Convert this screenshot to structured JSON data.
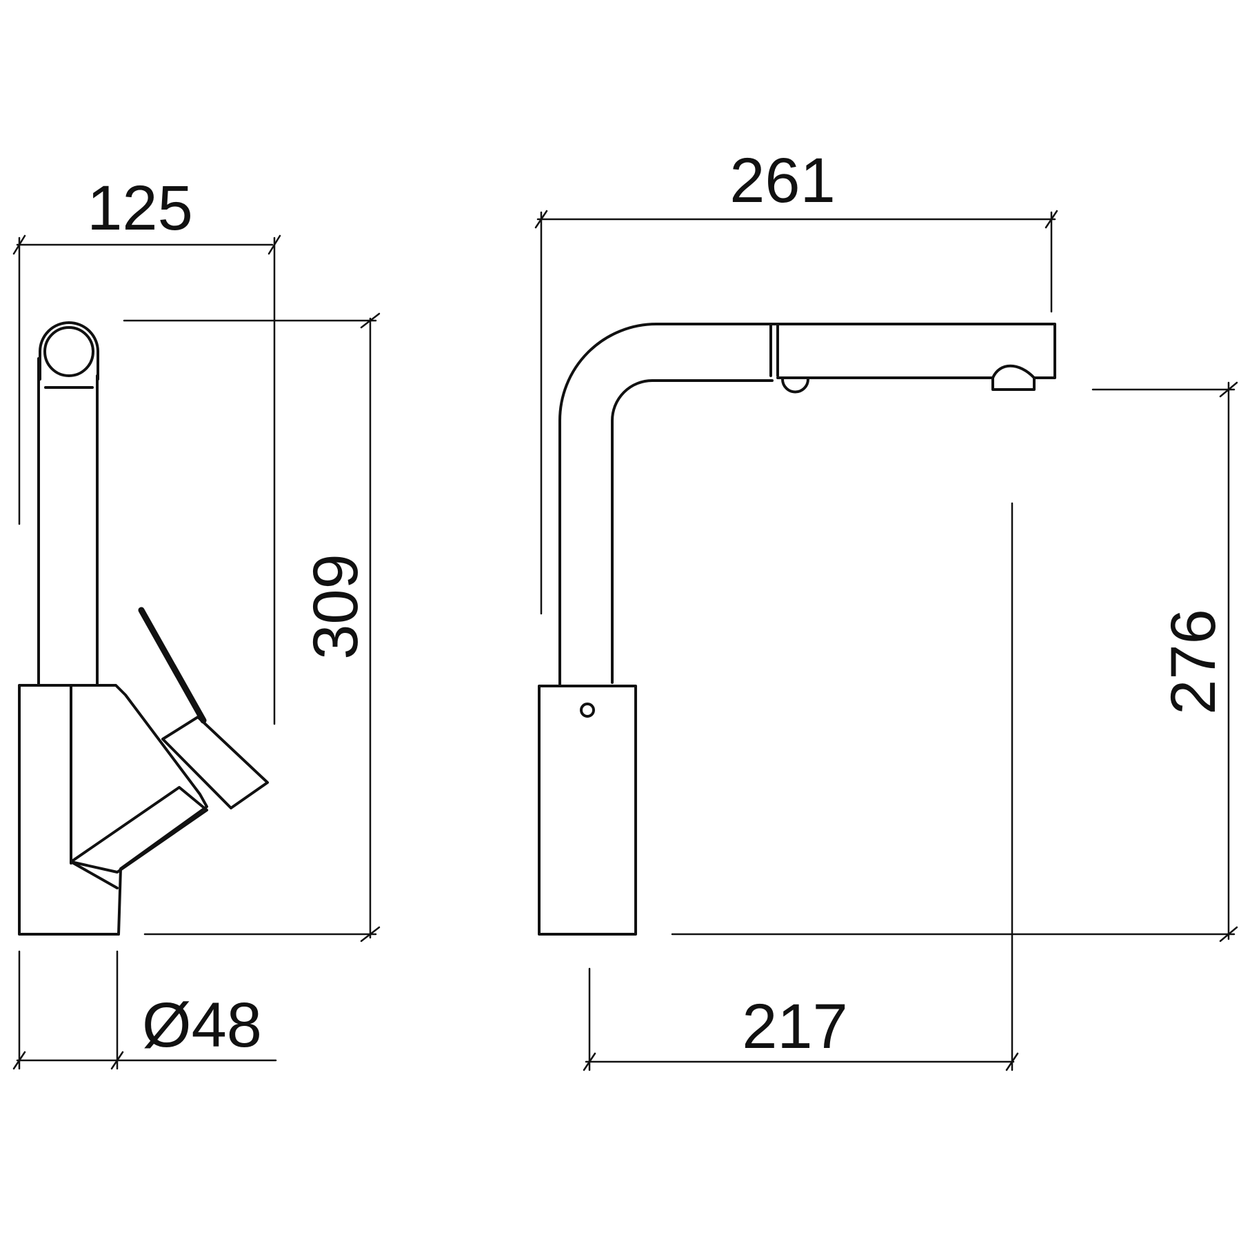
{
  "dimensions": {
    "side_width": "125",
    "side_height": "309",
    "base_diameter": "Ø48",
    "front_width": "261",
    "front_height": "276",
    "front_reach": "217"
  },
  "colors": {
    "line": "#111111",
    "background": "#ffffff"
  }
}
